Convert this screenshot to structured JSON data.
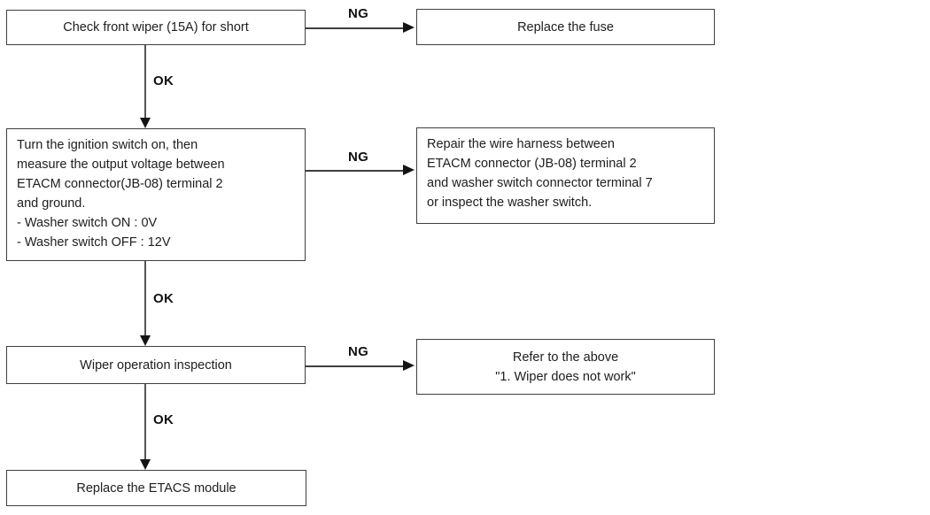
{
  "labels": {
    "ok": "OK",
    "ng": "NG"
  },
  "nodes": {
    "step1": "Check front wiper (15A) for short",
    "result1": "Replace the fuse",
    "step2_lines": [
      "Turn the ignition switch on, then",
      "measure the output voltage between",
      "ETACM connector(JB-08) terminal 2",
      "and ground.",
      "- Washer switch ON : 0V",
      "- Washer switch OFF : 12V"
    ],
    "result2_lines": [
      "Repair the wire harness between",
      "ETACM connector (JB-08) terminal 2",
      "and washer switch connector terminal 7",
      "or inspect the washer switch."
    ],
    "step3": "Wiper operation inspection",
    "result3_lines": [
      "Refer to the above",
      "\"1. Wiper does not work\""
    ],
    "step4": "Replace the ETACS module"
  },
  "colors": {
    "background": "#ffffff",
    "box_border": "#3f3f3f",
    "connector_line": "#555555",
    "arrowhead": "#141414",
    "text": "#202020"
  }
}
